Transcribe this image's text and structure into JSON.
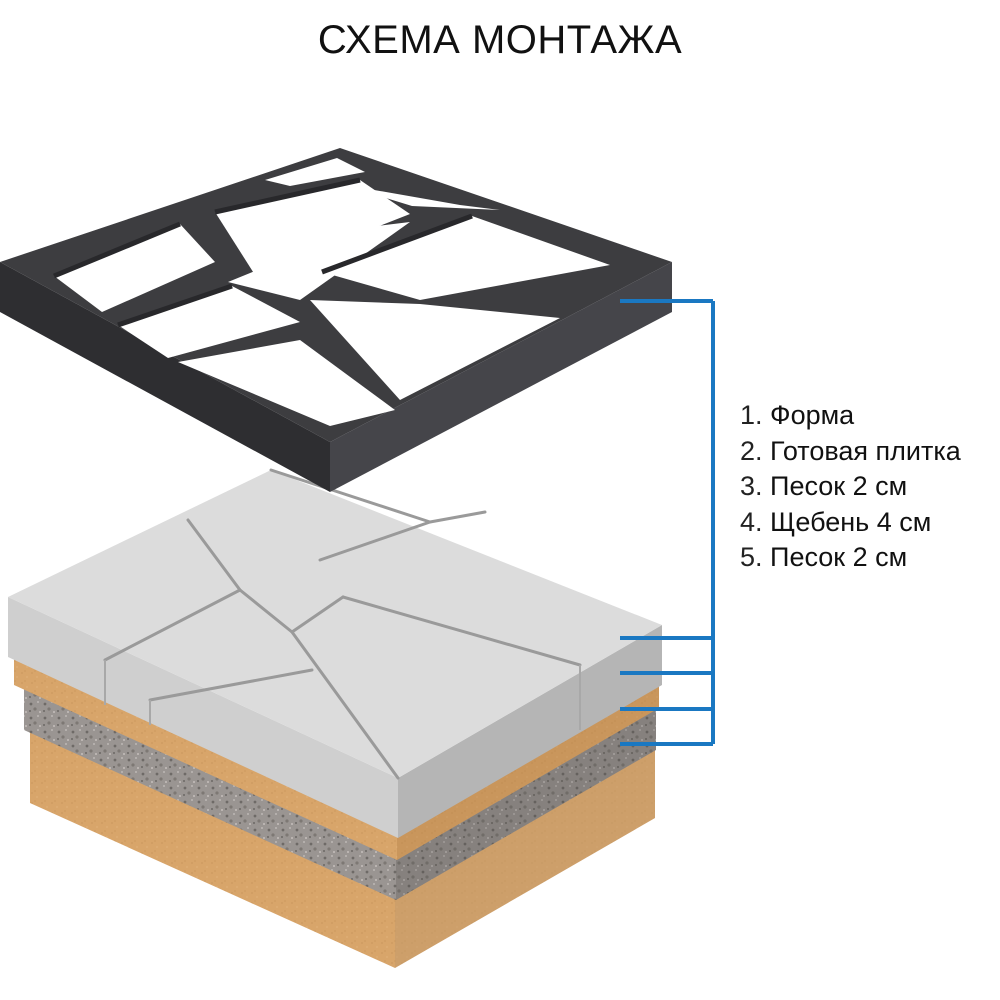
{
  "title": "СХЕМА МОНТАЖА",
  "legend": [
    {
      "num": "1.",
      "label": "Форма"
    },
    {
      "num": "2.",
      "label": "Готовая плитка"
    },
    {
      "num": "3.",
      "label": "Песок 2 см"
    },
    {
      "num": "4.",
      "label": "Щебень 4 см"
    },
    {
      "num": "5.",
      "label": "Песок 2 см"
    }
  ],
  "colors": {
    "mold": "#3d3d40",
    "tile": "#d9d9d9",
    "sand": "#d8a56a",
    "gravel": "#9a9592",
    "leader": "#1a78c2"
  },
  "icons": [
    "plastic-mold-icon",
    "paving-stack-icon"
  ]
}
